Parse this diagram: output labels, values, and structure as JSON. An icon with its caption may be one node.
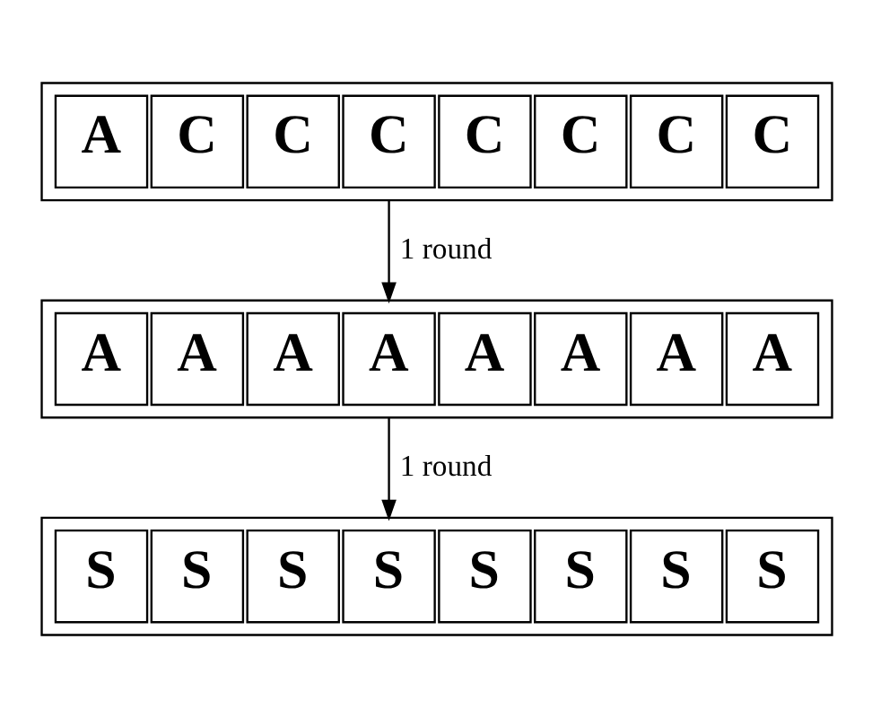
{
  "diagram": {
    "nodes": [
      {
        "text": [],
        "shape": "box"
      },
      {
        "text": [
          "A"
        ],
        "in": 0
      },
      {
        "text": [
          "C"
        ],
        "in": 0
      },
      {
        "text": [
          "C"
        ],
        "in": 0
      },
      {
        "text": [
          "C"
        ],
        "in": 0
      },
      {
        "text": [
          "C"
        ],
        "in": 0
      },
      {
        "text": [
          "C"
        ],
        "in": 0
      },
      {
        "text": [
          "C"
        ],
        "in": 0
      },
      {
        "text": [
          "C"
        ],
        "in": 0
      },
      {
        "text": [],
        "shape": "box"
      },
      {
        "text": [
          "A"
        ],
        "in": 9
      },
      {
        "text": [
          "A"
        ],
        "in": 9
      },
      {
        "text": [
          "A"
        ],
        "in": 9
      },
      {
        "text": [
          "A"
        ],
        "in": 9
      },
      {
        "text": [
          "A"
        ],
        "in": 9
      },
      {
        "text": [
          "A"
        ],
        "in": 9
      },
      {
        "text": [
          "A"
        ],
        "in": 9
      },
      {
        "text": [
          "A"
        ],
        "in": 9
      },
      {
        "text": [],
        "shape": "box"
      },
      {
        "text": [
          "S"
        ],
        "in": 18
      },
      {
        "text": [
          "S"
        ],
        "in": 18
      },
      {
        "text": [
          "S"
        ],
        "in": 18
      },
      {
        "text": [
          "S"
        ],
        "in": 18
      },
      {
        "text": [
          "S"
        ],
        "in": 18
      },
      {
        "text": [
          "S"
        ],
        "in": 18
      },
      {
        "text": [
          "S"
        ],
        "in": 18
      },
      {
        "text": [
          "S"
        ],
        "in": 18
      }
    ],
    "edges": [
      {
        "from": 0,
        "to": 9,
        "arrow": "to",
        "label": "1 round"
      },
      {
        "from": 9,
        "to": 18,
        "arrow": "to",
        "label": "1 round"
      }
    ]
  }
}
